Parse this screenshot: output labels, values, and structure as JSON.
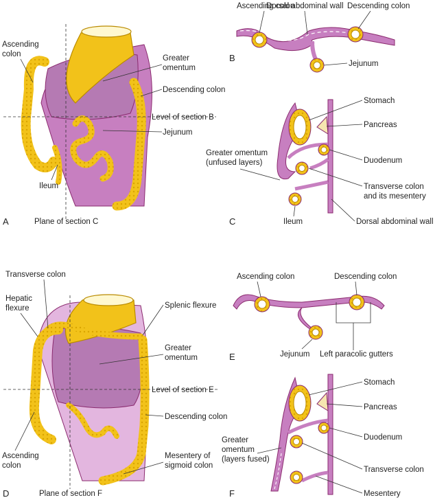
{
  "colors": {
    "mesentery": "#c77fc0",
    "omentum": "#b57ab3",
    "mesentery_light": "#e3b6df",
    "colon": "#f2c21a",
    "colon_dark": "#b98a00",
    "outline": "#8a2a6e",
    "pancreas": "#f6e6b0"
  },
  "panels": {
    "a": "A",
    "b": "B",
    "c": "C",
    "d": "D",
    "e": "E",
    "f": "F"
  },
  "labels": {
    "a": {
      "ascending_colon": [
        "Ascending",
        "colon"
      ],
      "greater_omentum": [
        "Greater",
        "omentum"
      ],
      "descending_colon": "Descending colon",
      "level_b": "Level of section B",
      "jejunum": "Jejunum",
      "ileum": "Ileum",
      "plane_c": "Plane of section C"
    },
    "b": {
      "ascending_colon": "Ascending colon",
      "dorsal_wall": "Dorsal abdominal wall",
      "descending_colon": "Descending colon",
      "jejunum": "Jejunum"
    },
    "c": {
      "stomach": "Stomach",
      "pancreas": "Pancreas",
      "greater_omentum": [
        "Greater omentum",
        "(unfused layers)"
      ],
      "duodenum": "Duodenum",
      "transverse_colon": [
        "Transverse colon",
        "and its mesentery"
      ],
      "ileum": "Ileum",
      "dorsal_wall": "Dorsal abdominal wall"
    },
    "d": {
      "transverse_colon": "Transverse colon",
      "hepatic_flexure": [
        "Hepatic",
        "flexure"
      ],
      "splenic_flexure": "Splenic flexure",
      "greater_omentum": [
        "Greater",
        "omentum"
      ],
      "level_e": "Level of section E",
      "descending_colon": "Descending colon",
      "ascending_colon": [
        "Ascending",
        "colon"
      ],
      "mesentery_sigmoid": [
        "Mesentery of",
        "sigmoid colon"
      ],
      "plane_f": "Plane of section F"
    },
    "e": {
      "ascending_colon": "Ascending colon",
      "descending_colon": "Descending colon",
      "jejunum": "Jejunum",
      "left_paracolic": "Left paracolic gutters"
    },
    "f": {
      "stomach": "Stomach",
      "pancreas": "Pancreas",
      "greater_omentum": [
        "Greater",
        "omentum",
        "(layers fused)"
      ],
      "duodenum": "Duodenum",
      "transverse_colon": "Transverse colon",
      "mesentery": "Mesentery"
    }
  }
}
